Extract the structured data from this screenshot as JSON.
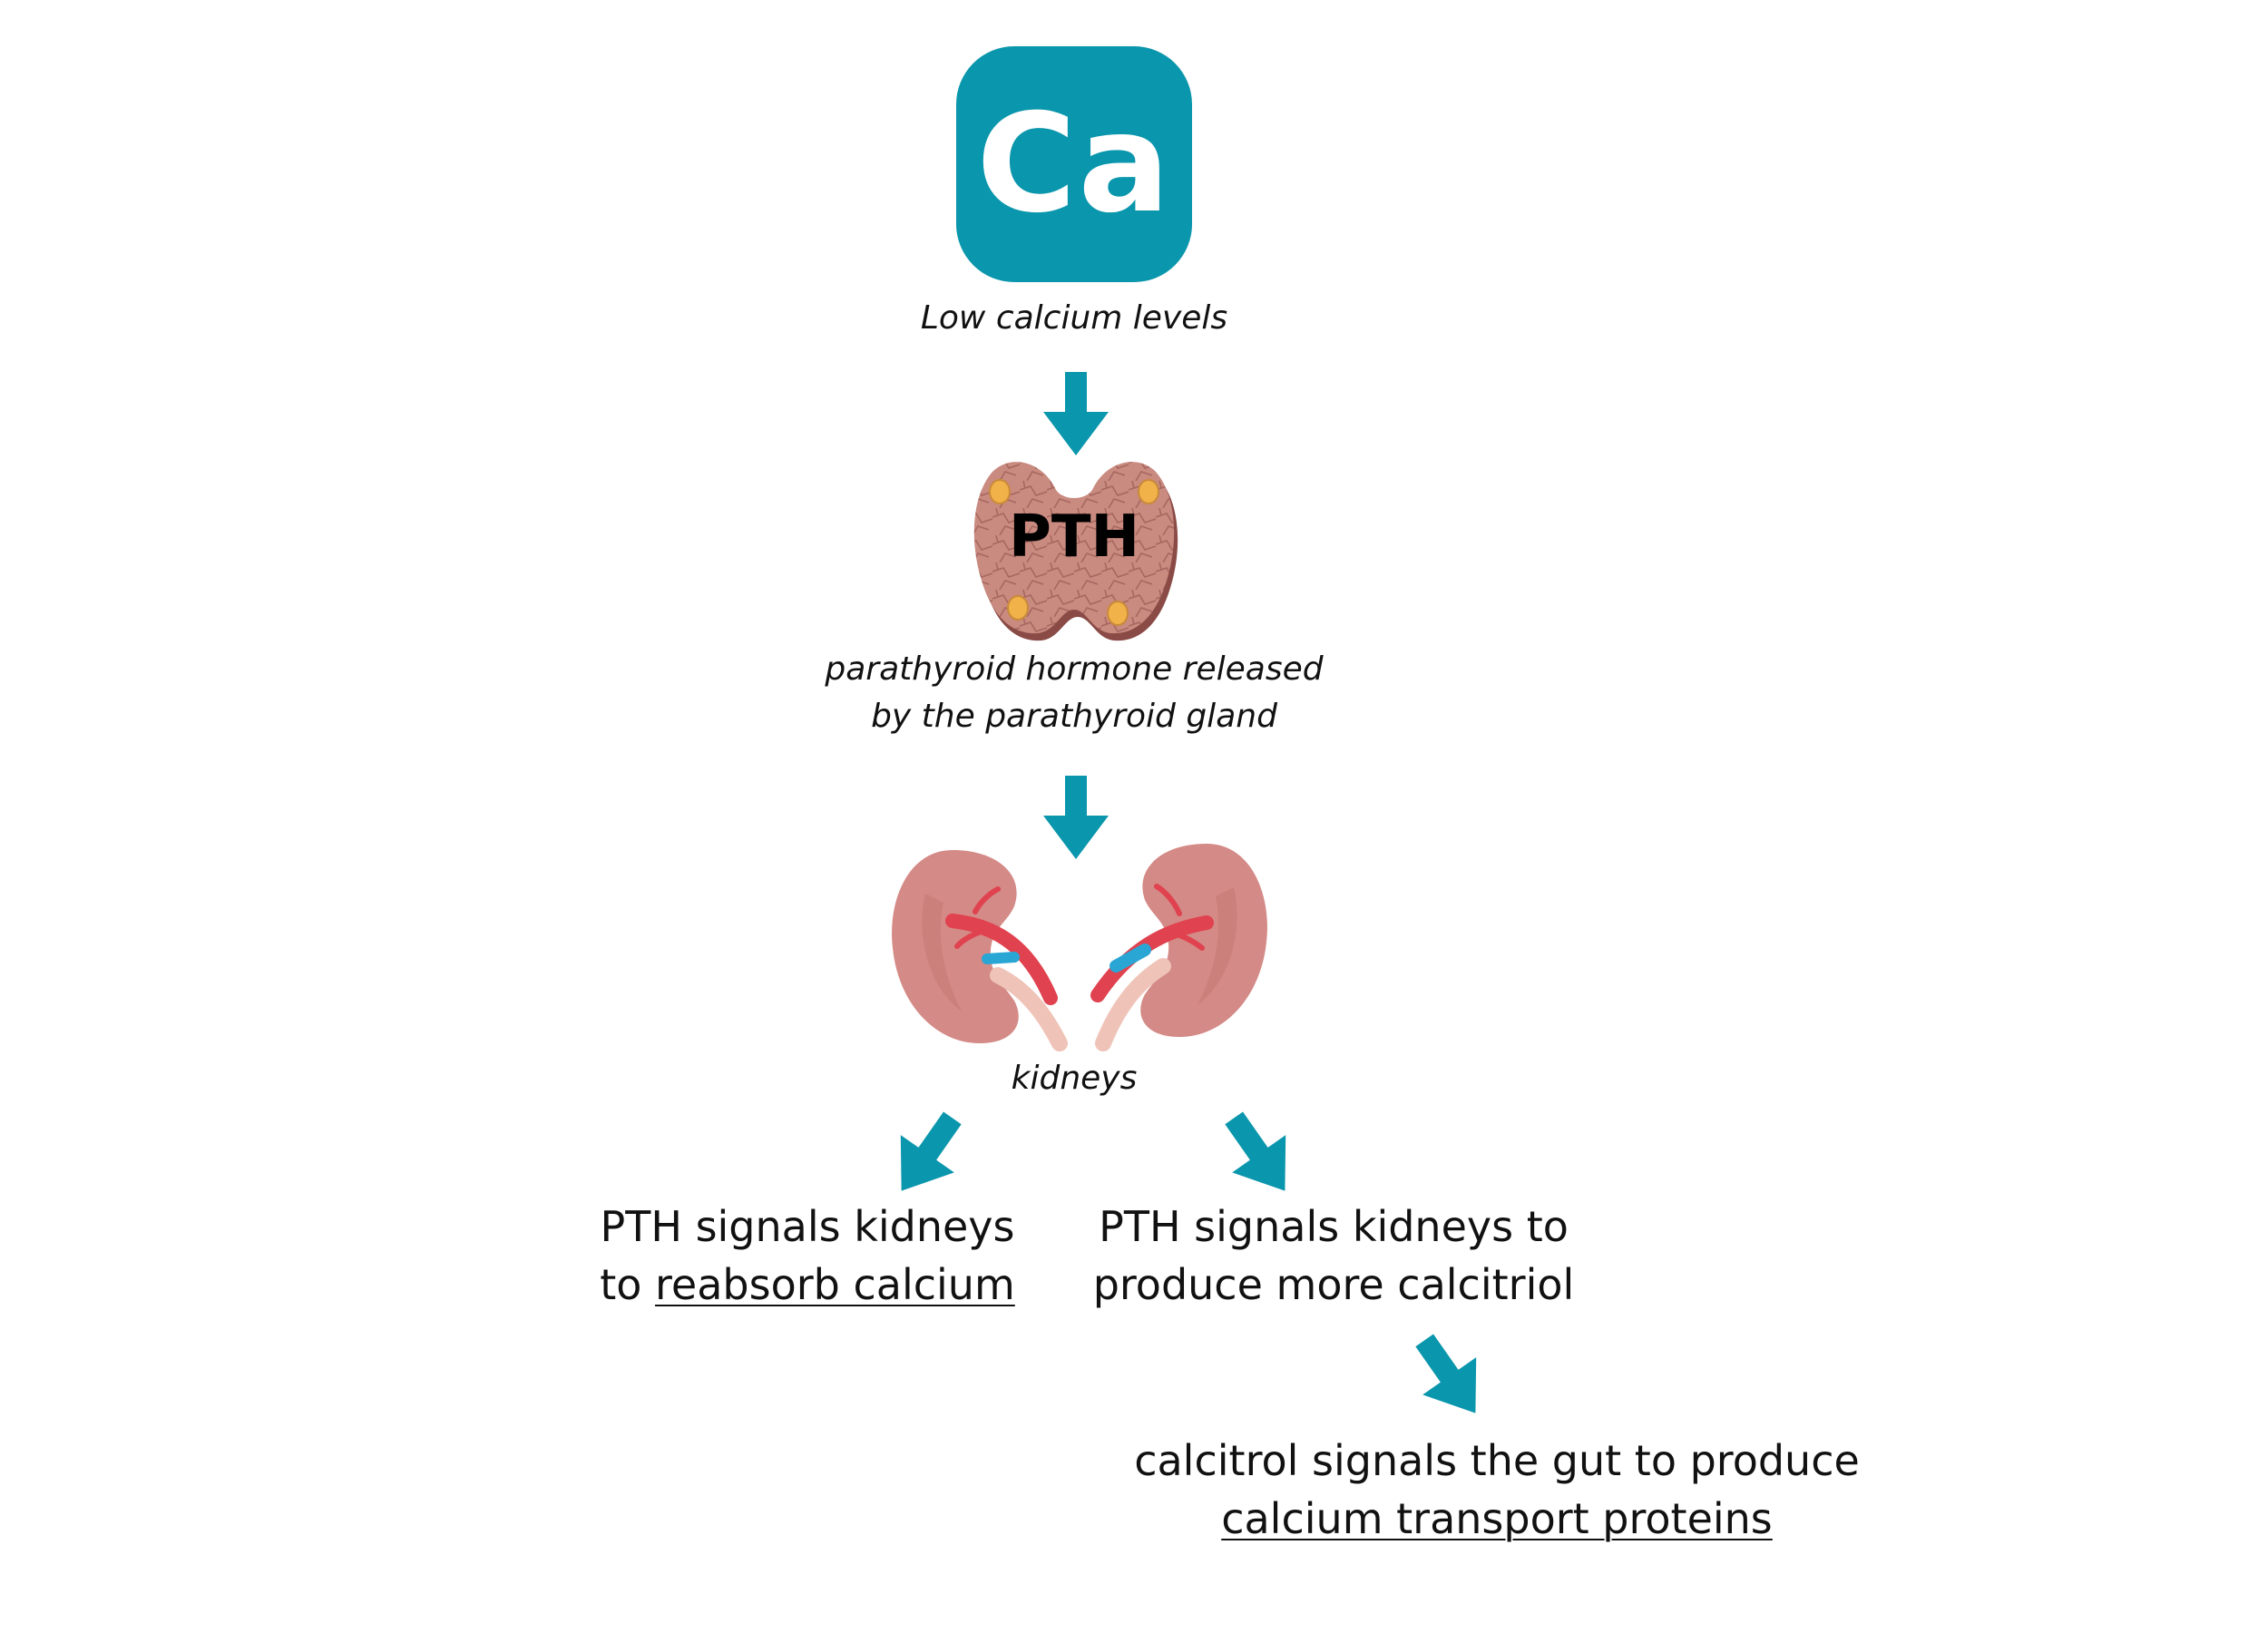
{
  "calcium": {
    "symbol": "Ca",
    "caption": "Low calcium levels"
  },
  "parathyroid": {
    "label": "PTH",
    "caption_line1": "parathyroid hormone released",
    "caption_line2": "by the parathyroid gland"
  },
  "kidneys": {
    "caption": "kidneys"
  },
  "left_outcome": {
    "line1": "PTH signals kidneys",
    "line2_prefix": "to ",
    "line2_underlined": "reabsorb calcium"
  },
  "right_outcome": {
    "line1": "PTH signals kidneys to",
    "line2": "produce more calcitriol"
  },
  "gut_outcome": {
    "line1": "calcitrol signals the gut to produce",
    "line2_underlined": "calcium transport proteins"
  },
  "colors": {
    "accent": "#0a96ac",
    "gland": "#c98a80",
    "gland_dark": "#8a4a45",
    "nodule": "#f1b24a",
    "kidney": "#d48a86",
    "artery": "#e0424f",
    "vein": "#2aa6d4"
  },
  "icons": [
    "down-arrow-icon",
    "parathyroid-gland-icon",
    "kidneys-icon",
    "diagonal-arrow-icon"
  ]
}
